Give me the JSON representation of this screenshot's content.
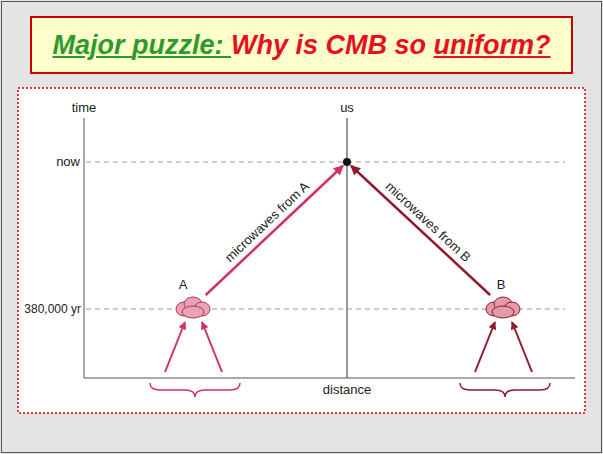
{
  "diagram": {
    "title": "Major puzzle: Why is CMB so uniform?",
    "nodes": [
      {
        "text": [
          "us"
        ]
      },
      {
        "text": [
          "A"
        ]
      },
      {
        "text": [
          "B"
        ]
      }
    ],
    "edges": [
      {
        "from": 1,
        "to": 0,
        "arrow": "to",
        "label": "microwaves from A"
      },
      {
        "from": 2,
        "to": 0,
        "arrow": "to",
        "label": "microwaves from B"
      }
    ],
    "labels": [
      "time",
      "now",
      "380,000 yr",
      "distance"
    ]
  }
}
